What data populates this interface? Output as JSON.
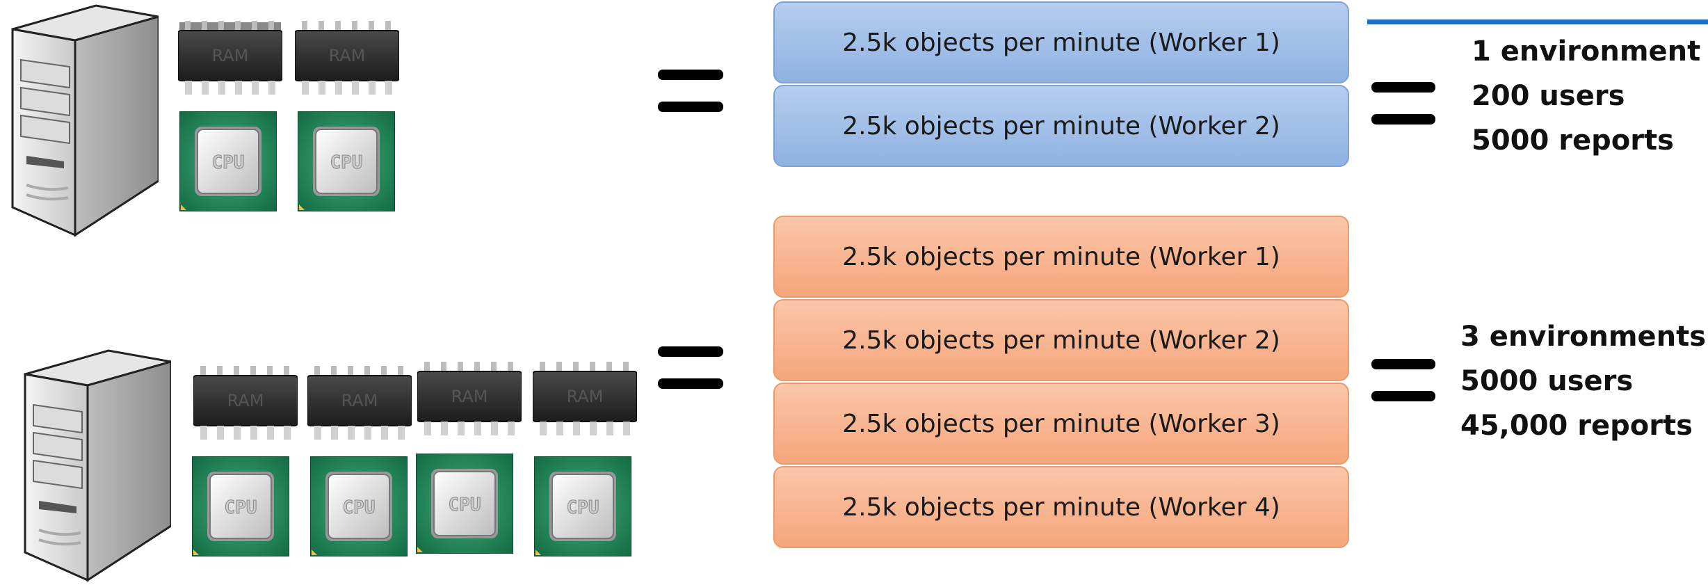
{
  "chip_labels": {
    "ram": "RAM",
    "cpu": "CPU"
  },
  "top_group": {
    "workers": [
      "2.5k objects per minute (Worker 1)",
      "2.5k objects per minute (Worker 2)"
    ],
    "stats": [
      "1 environment",
      "200 users",
      "5000 reports"
    ]
  },
  "bottom_group": {
    "workers": [
      "2.5k objects per minute (Worker 1)",
      "2.5k objects per minute (Worker 2)",
      "2.5k objects per minute (Worker 3)",
      "2.5k objects per minute (Worker 4)"
    ],
    "stats": [
      "3 environments",
      "5000 users",
      "45,000 reports"
    ]
  },
  "colors": {
    "worker_blue": "#9dbbe6",
    "worker_orange": "#f7b08a",
    "accent_line": "#1f6fc0",
    "cpu_board": "#1f8a5c",
    "ram_body": "#2d2d2d"
  }
}
